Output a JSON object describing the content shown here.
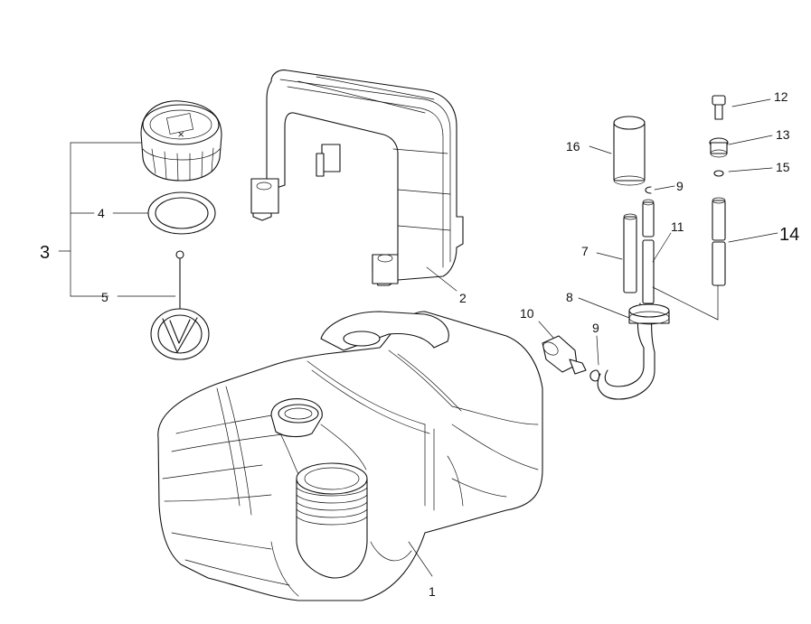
{
  "labels": {
    "p1": "1",
    "p2": "2",
    "p3": "3",
    "p4": "4",
    "p5": "5",
    "p7": "7",
    "p8": "8",
    "p9a": "9",
    "p9b": "9",
    "p10": "10",
    "p11": "11",
    "p12": "12",
    "p13": "13",
    "p14": "14",
    "p15": "15",
    "p16": "16"
  },
  "cap_symbol": "⨯"
}
